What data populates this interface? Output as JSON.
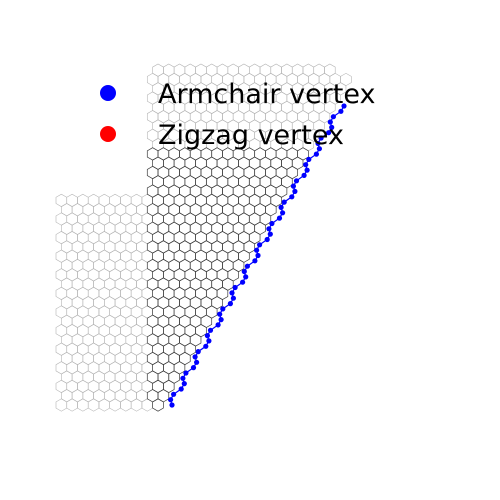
{
  "figure": {
    "background": "#ffffff",
    "lattice": {
      "cell_type": "hexagon",
      "faint_edge_color": "#b4b4b4",
      "dark_edge_color": "#3c3c3c"
    },
    "boundary_type": "armchair"
  },
  "legend": {
    "placement": "top-left",
    "items": [
      {
        "label": "Armchair vertex",
        "color": "#0000ff"
      },
      {
        "label": "Zigzag vertex",
        "color": "#ff0000"
      }
    ]
  }
}
